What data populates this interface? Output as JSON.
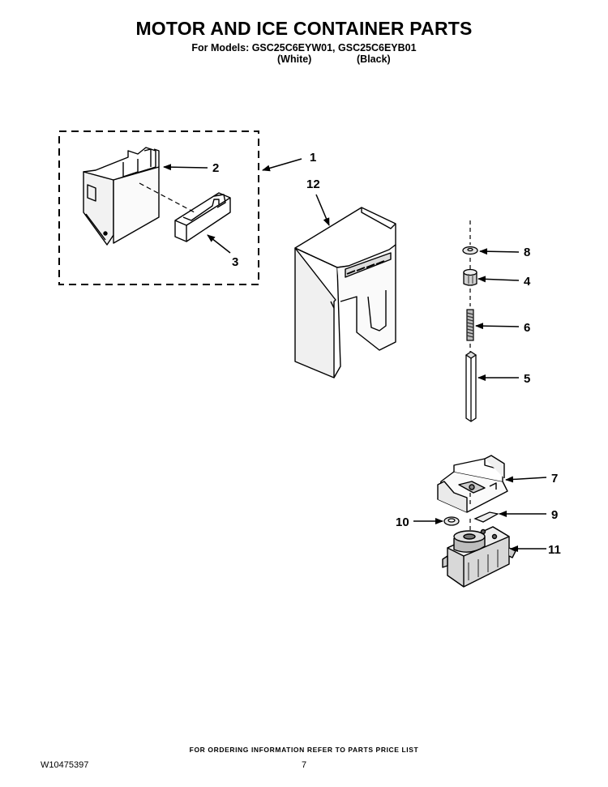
{
  "header": {
    "title": "MOTOR AND ICE CONTAINER PARTS",
    "models_line": "For Models: GSC25C6EYW01, GSC25C6EYB01",
    "variant_white": "(White)",
    "variant_black": "(Black)"
  },
  "callouts": {
    "c1": "1",
    "c2": "2",
    "c3": "3",
    "c4": "4",
    "c5": "5",
    "c6": "6",
    "c7": "7",
    "c8": "8",
    "c9": "9",
    "c10": "10",
    "c11": "11",
    "c12": "12"
  },
  "footer": {
    "ordering_note": "FOR ORDERING INFORMATION REFER TO PARTS PRICE LIST",
    "document_number": "W10475397",
    "page_number": "7"
  }
}
